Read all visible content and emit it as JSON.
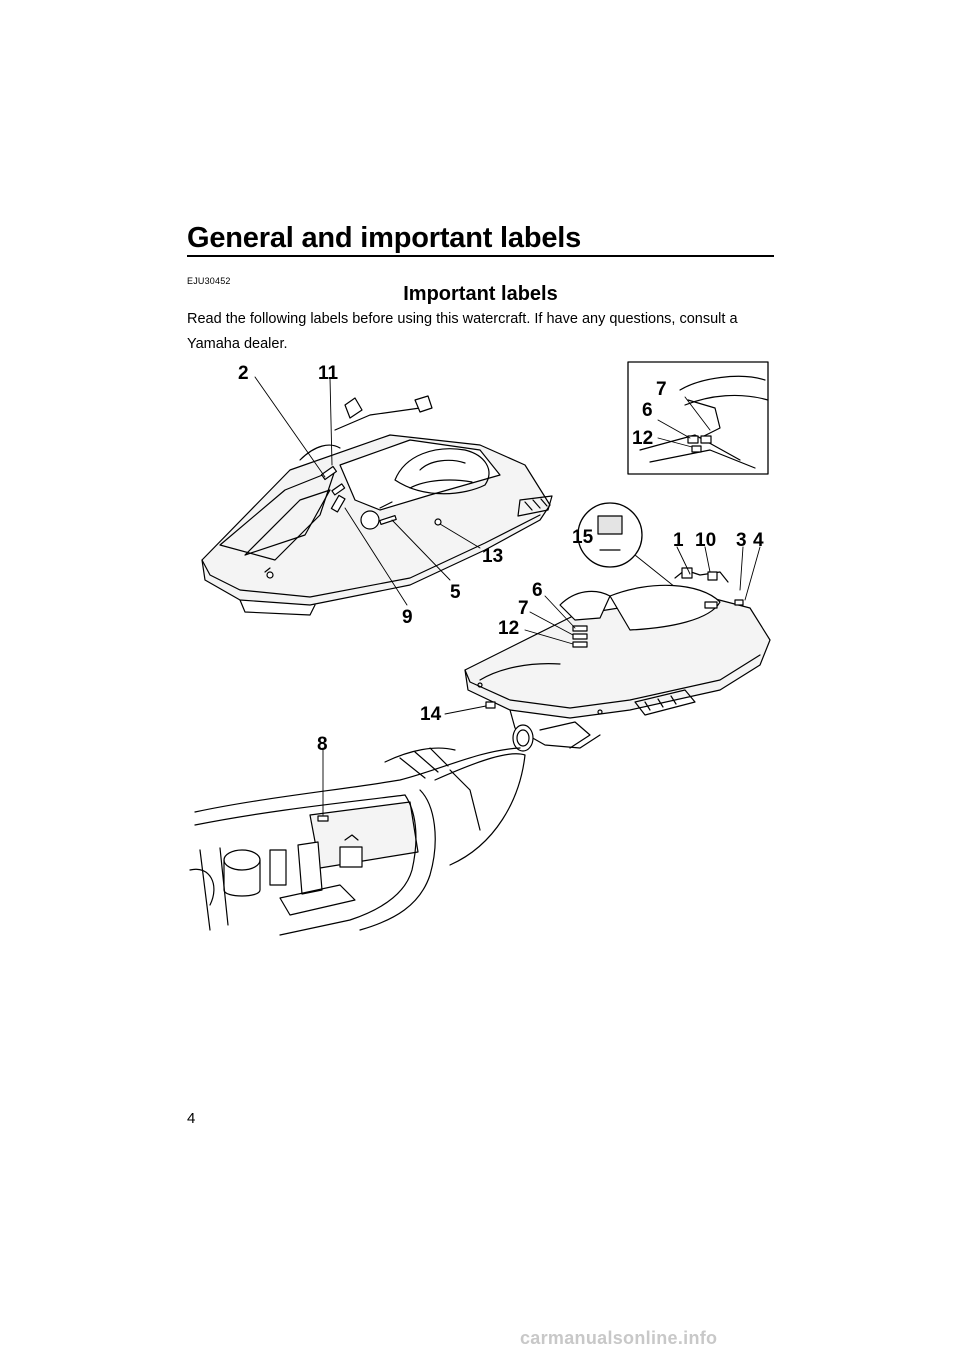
{
  "header": {
    "title": "General and important labels"
  },
  "doc_code": "EJU30452",
  "section": {
    "title": "Important labels"
  },
  "intro": "Read the following labels before using this watercraft. If have any questions, consult a Yamaha dealer.",
  "figure": {
    "callouts": {
      "top_left": [
        "2",
        "11",
        "13",
        "5",
        "9"
      ],
      "inset": [
        "7",
        "6",
        "12"
      ],
      "right": [
        "15",
        "1",
        "10",
        "3",
        "4",
        "6",
        "7",
        "12",
        "14"
      ],
      "bottom": [
        "8"
      ]
    }
  },
  "page_number": "4",
  "watermark": "carmanualsonline.info"
}
